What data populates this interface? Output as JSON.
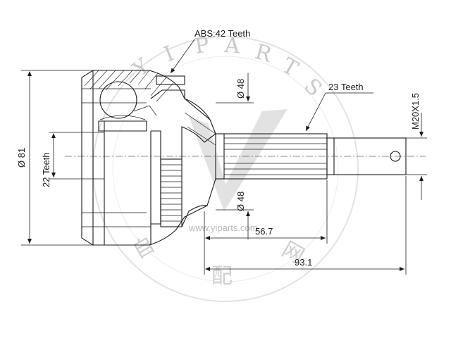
{
  "diagram": {
    "labels": {
      "abs": "ABS:42 Teeth",
      "outer_spline": "23 Teeth",
      "inner_spline": "22 Teeth",
      "outer_diameter": "Ø 81",
      "seal_diameter_top": "Ø 48",
      "seal_diameter_bottom": "Ø 48",
      "thread": "M20X1.5",
      "length_short": "56.7",
      "length_total": "93.1"
    },
    "watermark": {
      "brand_letters": [
        "Y",
        "I",
        "P",
        "A",
        "R",
        "T",
        "S"
      ],
      "url": "www.yiparts.com",
      "cn_chars": [
        "自",
        "配",
        "网"
      ]
    },
    "colors": {
      "line": "#1a1a1a",
      "watermark": "#c9c9c9"
    }
  }
}
